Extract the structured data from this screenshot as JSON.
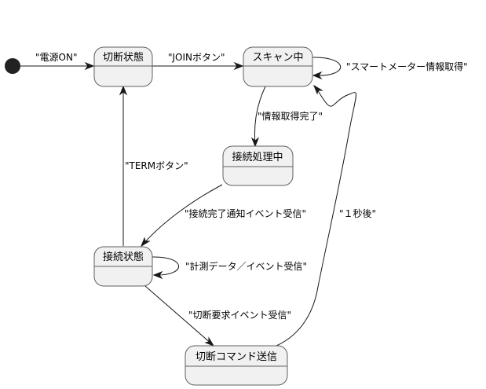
{
  "diagram": {
    "type": "state-diagram",
    "colors": {
      "state_fill": "#f1f1f1",
      "state_border": "#5f5f5f",
      "edge": "#181818",
      "initial": "#222222"
    },
    "states": {
      "disconnected": "切断状態",
      "scanning": "スキャン中",
      "connecting": "接続処理中",
      "connected": "接続状態",
      "sending_disconnect": "切断コマンド送信"
    },
    "transitions": {
      "power_on": "\"電源ON\"",
      "join_button": "\"JOINボタン\"",
      "smart_meter_info": "\"スマートメーター情報取得\"",
      "info_acquired": "\"情報取得完了\"",
      "term_button": "\"TERMボタン\"",
      "connect_complete": "\"接続完了通知イベント受信\"",
      "measurement_event": "\"計測データ／イベント受信\"",
      "disconnect_request": "\"切断要求イベント受信\"",
      "one_second_later": "\"１秒後\""
    }
  }
}
